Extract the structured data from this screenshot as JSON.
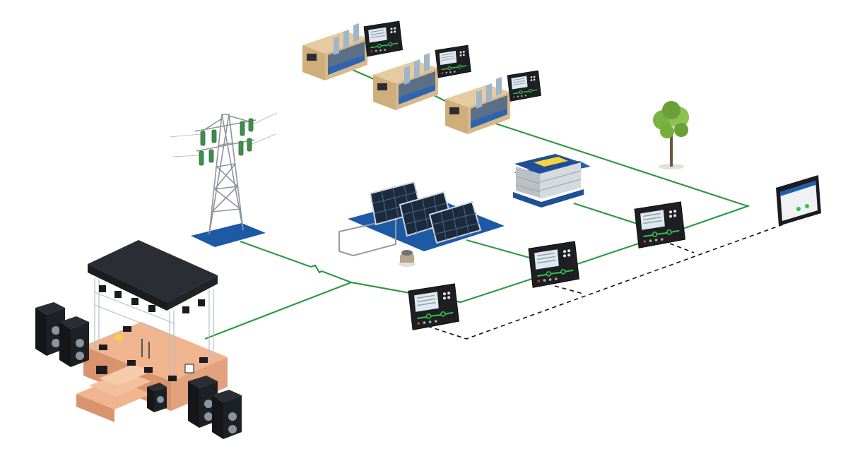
{
  "diagram": {
    "nodes": [
      {
        "id": "genset-1",
        "kind": "container-generator",
        "controller": "controller-g1"
      },
      {
        "id": "genset-2",
        "kind": "container-generator",
        "controller": "controller-g2"
      },
      {
        "id": "genset-3",
        "kind": "container-generator",
        "controller": "controller-g3"
      },
      {
        "id": "grid-tower",
        "kind": "transmission-tower"
      },
      {
        "id": "event-stage",
        "kind": "stage-load"
      },
      {
        "id": "solar-array",
        "kind": "solar-panels"
      },
      {
        "id": "battery-bank",
        "kind": "battery-storage"
      },
      {
        "id": "tree",
        "kind": "tree"
      },
      {
        "id": "controller-main",
        "kind": "controller"
      },
      {
        "id": "controller-solar",
        "kind": "controller"
      },
      {
        "id": "controller-battery",
        "kind": "controller"
      },
      {
        "id": "hmi-display",
        "kind": "touch-panel"
      }
    ],
    "power_links": [
      {
        "from": "genset-1",
        "to": "hmi-display"
      },
      {
        "from": "grid-tower",
        "to": "controller-main"
      },
      {
        "from": "event-stage",
        "to": "controller-main"
      },
      {
        "from": "controller-main",
        "to": "controller-battery"
      },
      {
        "from": "solar-array",
        "to": "controller-solar"
      },
      {
        "from": "battery-bank",
        "to": "controller-battery"
      }
    ],
    "communication_links": [
      {
        "from": "controller-main",
        "to": "hmi-display"
      }
    ],
    "colors": {
      "power_line": "#2e9a3e",
      "comm_line": "#111111",
      "controller_body": "#1d1f22",
      "controller_screen": "#dfe8ee",
      "controller_led": "#35c24a",
      "panel_blue": "#1d5aa6",
      "container_tan": "#d8b98a",
      "stage_deck": "#e2a27e",
      "stage_roof": "#2a2d33",
      "tower_steel": "#8c949c",
      "insulator_green": "#3f8f4a",
      "battery_top": "#1f4f96",
      "battery_label": "#f5d33a",
      "tree_leaf": "#7bb342",
      "hmi_header": "#1f5fae"
    }
  }
}
